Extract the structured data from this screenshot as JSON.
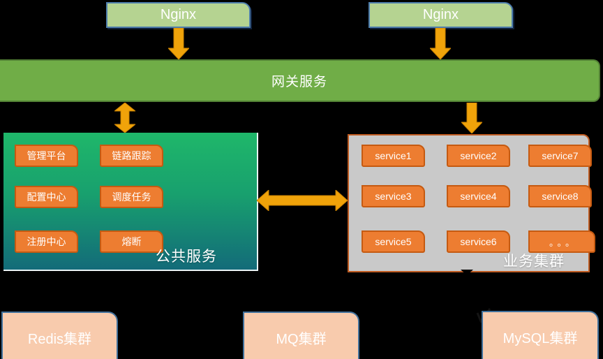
{
  "nodes": {
    "nginx_left": "Nginx",
    "nginx_right": "Nginx",
    "gateway": "网关服务",
    "public": {
      "label": "公共服务",
      "items": [
        "管理平台",
        "链路跟踪",
        "配置中心",
        "调度任务",
        "注册中心",
        "熔断"
      ]
    },
    "business": {
      "label": "业务集群",
      "items": [
        "service1",
        "service2",
        "service7",
        "service3",
        "service4",
        "service8",
        "service5",
        "service6",
        "。。。"
      ]
    },
    "clusters": [
      "Redis集群",
      "MQ集群",
      "MySQL集群"
    ]
  },
  "colors": {
    "background": "#000000",
    "gateway_green": "#70AD47",
    "gateway_border": "#538135",
    "nginx_green": "#B5D391",
    "node_orange": "#ED7D31",
    "node_orange_border": "#C55A11",
    "panel_gray": "#C9C9C9",
    "panel_gradient_top": "#1FB76A",
    "panel_gradient_bottom": "#136B79",
    "cluster_peach": "#F8CBAD",
    "blue_border": "#41719C",
    "arrow_gold": "#F0A30A"
  }
}
